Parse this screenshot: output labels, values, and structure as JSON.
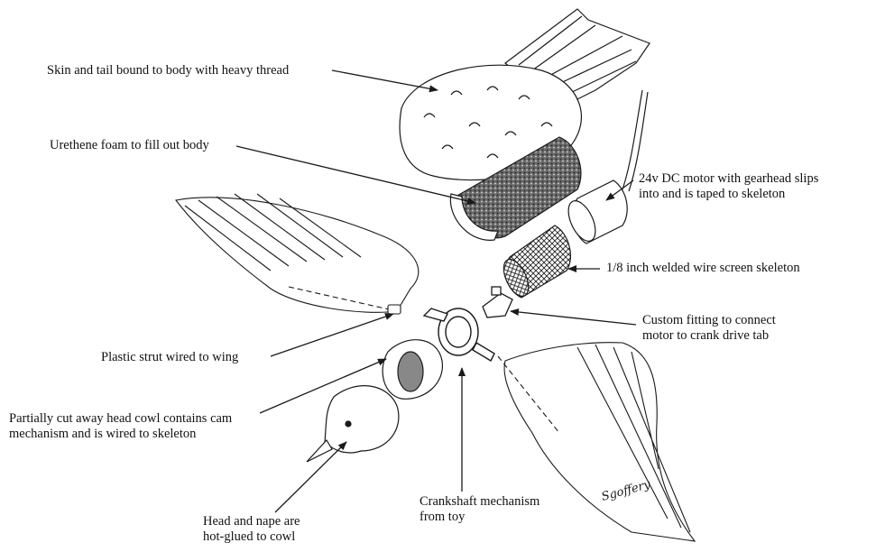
{
  "diagram": {
    "colors": {
      "ink": "#1a1a1a",
      "background": "#ffffff"
    },
    "labels": {
      "skin": [
        "Skin and tail bound to body with heavy thread"
      ],
      "foam": [
        "Urethene foam to fill out body"
      ],
      "motor": [
        "24v DC motor with gearhead slips",
        "into and is taped to skeleton"
      ],
      "screen": [
        "1/8 inch welded wire screen skeleton"
      ],
      "fitting": [
        "Custom fitting to connect",
        "motor to crank drive tab"
      ],
      "strut": [
        "Plastic strut wired to wing"
      ],
      "cowl": [
        "Partially cut away head cowl contains cam",
        "mechanism and is wired to skeleton"
      ],
      "head": [
        "Head and nape are",
        "hot-glued to cowl"
      ],
      "crank": [
        "Crankshaft mechanism",
        "from toy"
      ]
    },
    "signature": "Sgoffery"
  }
}
